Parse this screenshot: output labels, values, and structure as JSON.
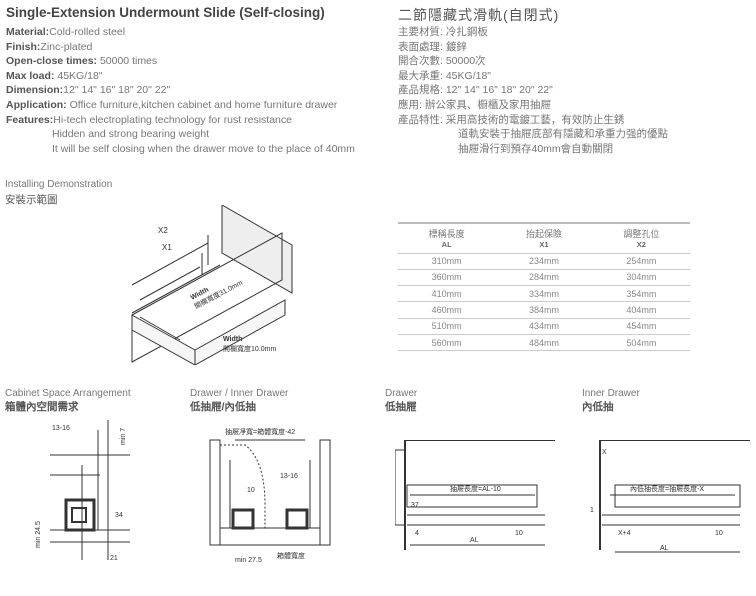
{
  "en": {
    "title": "Single-Extension Undermount Slide (Self-closing)",
    "specs": [
      {
        "label": "Material:",
        "value": "Cold-rolled steel"
      },
      {
        "label": "Finish:",
        "value": "Zinc-plated"
      },
      {
        "label": "Open-close times:",
        "value": " 50000 times"
      },
      {
        "label": "Max load:",
        "value": " 45KG/18\""
      },
      {
        "label": "Dimension:",
        "value": "12\" 14\" 16\" 18\" 20\" 22\""
      },
      {
        "label": "Application:",
        "value": " Office furniture,kitchen cabinet and home furniture drawer"
      },
      {
        "label": "Features:",
        "value": "Hi-tech electroplating technology for rust resistance"
      }
    ],
    "features_extra": [
      "Hidden and strong bearing weight",
      "It will be self closing when the drawer move to the place of 40mm"
    ]
  },
  "zh": {
    "title": "二節隱藏式滑軌(自閉式)",
    "specs": [
      {
        "label": "主要材質:",
        "value": "冷扎鋼板"
      },
      {
        "label": "表面處理:",
        "value": "鍍鋅"
      },
      {
        "label": "開合次數:",
        "value": "50000次"
      },
      {
        "label": "最大承重:",
        "value": "45KG/18\""
      },
      {
        "label": "產品規格:",
        "value": "12\" 14\" 16\" 18\" 20\" 22\""
      },
      {
        "label": "應用:",
        "value": "辦公家具、橱櫃及家用抽屜"
      },
      {
        "label": "產品特性:",
        "value": "采用高技術的電鍍工藝，有效防止生銹"
      }
    ],
    "features_extra": [
      "道軌安裝于抽屜底部有隱藏和承重力强的優點",
      "抽屜滑行到預存40mm會自動關閉"
    ]
  },
  "install": {
    "title_en": "Installing Demonstration",
    "title_zh": "安裝示範圖",
    "x2": "X2",
    "x1": "X1",
    "width1": "Width",
    "width1_zh": "開欄寬度31.0mm",
    "width2": "Width",
    "width2_zh": "開欄寬度10.0mm"
  },
  "table": {
    "headers": [
      {
        "zh": "標稱長度",
        "en": "AL"
      },
      {
        "zh": "抬起保險",
        "en": "X1"
      },
      {
        "zh": "調整孔位",
        "en": "X2"
      }
    ],
    "rows": [
      [
        "310mm",
        "234mm",
        "254mm"
      ],
      [
        "360mm",
        "284mm",
        "304mm"
      ],
      [
        "410mm",
        "334mm",
        "354mm"
      ],
      [
        "460mm",
        "384mm",
        "404mm"
      ],
      [
        "510mm",
        "434mm",
        "454mm"
      ],
      [
        "560mm",
        "484mm",
        "504mm"
      ]
    ]
  },
  "sections": [
    {
      "en": "Cabinet Space Arrangement",
      "zh": "箱體內空間需求"
    },
    {
      "en": "Drawer / Inner Drawer",
      "zh": "低抽屜/內低抽"
    },
    {
      "en": "Drawer",
      "zh": "低抽屜"
    },
    {
      "en": "Inner Drawer",
      "zh": "內低抽"
    }
  ],
  "cabinet": {
    "d1": "13-16",
    "d2": "min 7",
    "d3": "34",
    "d4": "min 24.5",
    "d5": "21"
  },
  "drawer_inner": {
    "formula": "抽屜凈寬=箱體寬度-42",
    "d1": "13-16",
    "d2": "10",
    "d3": "min 27.5",
    "d4": "箱體寬度"
  },
  "drawer": {
    "len": "抽屜長度=AL-10",
    "d37": "37",
    "d4": "4",
    "d10": "10",
    "al": "AL"
  },
  "inner": {
    "x": "X",
    "len": "內低抽長度=抽屜長度-X",
    "d1": "1",
    "x4": "X+4",
    "d10": "10",
    "al": "AL"
  }
}
